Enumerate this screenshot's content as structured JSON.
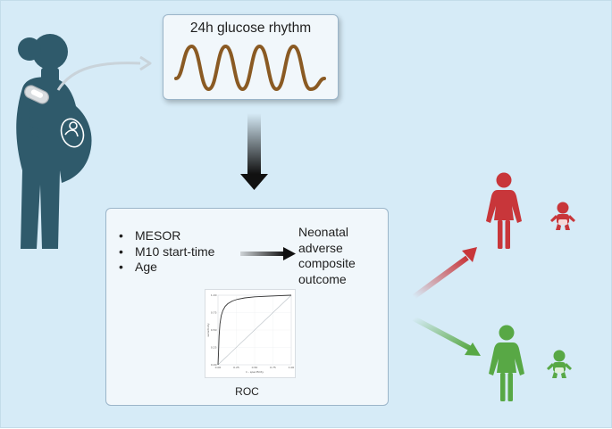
{
  "top_box": {
    "title": "24h glucose rhythm"
  },
  "main_box": {
    "predictors": [
      "MESOR",
      "M10 start-time",
      "Age"
    ],
    "outcome": [
      "Neonatal",
      "adverse",
      "composite",
      "outcome"
    ],
    "roc_label": "ROC"
  },
  "roc_plot": {
    "x_ticks": [
      "0.00",
      "0.25",
      "0.50",
      "0.75",
      "1.00"
    ],
    "y_ticks": [
      "0.00",
      "0.25",
      "0.50",
      "0.75",
      "1.00"
    ],
    "x_label": "1 - specificity",
    "y_label": "sensitivity"
  },
  "icons": {
    "pregnant_woman": "pregnant-woman-with-sensor-icon",
    "woman_high_risk": "woman-icon",
    "baby_high_risk": "baby-icon",
    "woman_low_risk": "woman-icon",
    "baby_low_risk": "baby-icon"
  },
  "colors": {
    "background": "#d6ebf7",
    "box": "#f1f7fb",
    "figure": "#2f5a6b",
    "wave": "#8a5a23",
    "high_risk": "#c8363a",
    "low_risk": "#58a845",
    "arrow_dark": "#111111"
  }
}
